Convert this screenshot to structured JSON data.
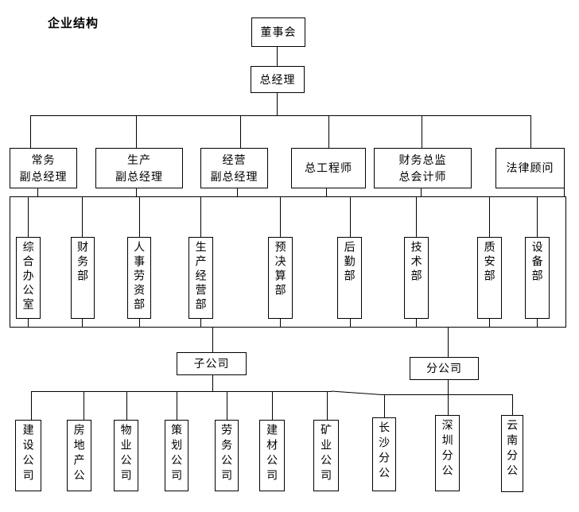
{
  "title": "企业结构",
  "org": {
    "board": "董事会",
    "general_manager": "总经理",
    "executives": [
      "常务\n副总经理",
      "生产\n副总经理",
      "经营\n副总经理",
      "总工程师",
      "财务总监\n总会计师",
      "法律顾问"
    ],
    "departments": [
      "综合办公室",
      "财务部",
      "人事劳资部",
      "生产经营部",
      "预决算部",
      "后勤部",
      "技术部",
      "质安部",
      "设备部"
    ],
    "subsidiaries_header": "子公司",
    "branches_header": "分公司",
    "subsidiaries": [
      "建设公司",
      "房地产公",
      "物业公司",
      "策划公司",
      "劳务公司",
      "建材公司",
      "矿业公司"
    ],
    "branches": [
      "长沙分公",
      "深圳分公",
      "云南分公"
    ]
  },
  "colors": {
    "line": "#000000",
    "background": "#ffffff",
    "text": "#000000"
  }
}
